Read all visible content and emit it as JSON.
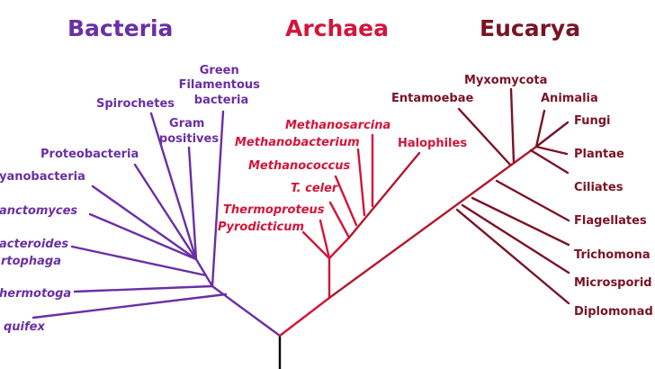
{
  "colors": {
    "bacteria": "#6a2fa5",
    "archaea": "#d3153a",
    "eucarya": "#7a1325",
    "root": "#000000"
  },
  "domains": {
    "bacteria": "Bacteria",
    "archaea": "Archaea",
    "eucarya": "Eucarya"
  },
  "bacteria": {
    "green_filamentous": [
      "Green",
      "Filamentous",
      "bacteria"
    ],
    "spirochetes": "Spirochetes",
    "gram_positives": [
      "Gram",
      "positives"
    ],
    "proteobacteria": "Proteobacteria",
    "cyanobacteria": "yanobacteria",
    "planctomyces": "anctomyces",
    "bacteroides": "acteroides",
    "cytophaga": "rtophaga",
    "thermotoga": "hermotoga",
    "aquifex": "quifex"
  },
  "archaea": {
    "methanosarcina": "Methanosarcina",
    "methanobacterium": "Methanobacterium",
    "methanococcus": "Methanococcus",
    "t_celer": "T. celer",
    "thermoproteus": "Thermoproteus",
    "pyrodicticum": "Pyrodicticum",
    "halophiles": "Halophiles"
  },
  "eucarya": {
    "myxomycota": "Myxomycota",
    "entamoebae": "Entamoebae",
    "animalia": "Animalia",
    "fungi": "Fungi",
    "plantae": "Plantae",
    "ciliates": "Ciliates",
    "flagellates": "Flagellates",
    "trichomonads": "Trichomona",
    "microsporidia": "Microsporid",
    "diplomonads": "Diplomonad"
  }
}
